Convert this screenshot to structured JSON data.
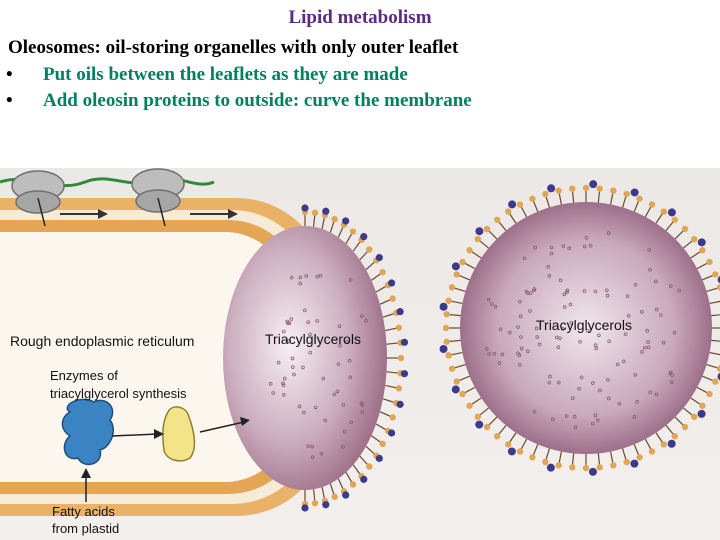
{
  "slide": {
    "title": "Lipid metabolism",
    "subtitle": "Oleosomes: oil-storing organelles with only outer leaflet",
    "bullets": [
      "Put oils between the leaflets as they are made",
      "Add oleosin proteins to outside: curve the membrane"
    ]
  },
  "figure": {
    "labels": {
      "rer": "Rough endoplasmic reticulum",
      "tag_left": "Triacylglycerols",
      "tag_right": "Triacylglycerols",
      "enzymes_line1": "Enzymes of",
      "enzymes_line2": "triacylglycerol synthesis",
      "fatty_line1": "Fatty acids",
      "fatty_line2": "from plastid"
    },
    "colors": {
      "oil_body": "#b58fa6",
      "membrane": "#e0a658",
      "oleosin": "#3d3a8c",
      "er_lumen": "#fbf5ea",
      "enzyme_blue": "#3a84c4",
      "enzyme_yellow": "#f3e48a",
      "ribosome": "#9c9c9c",
      "mrna": "#2e8b3a"
    }
  }
}
